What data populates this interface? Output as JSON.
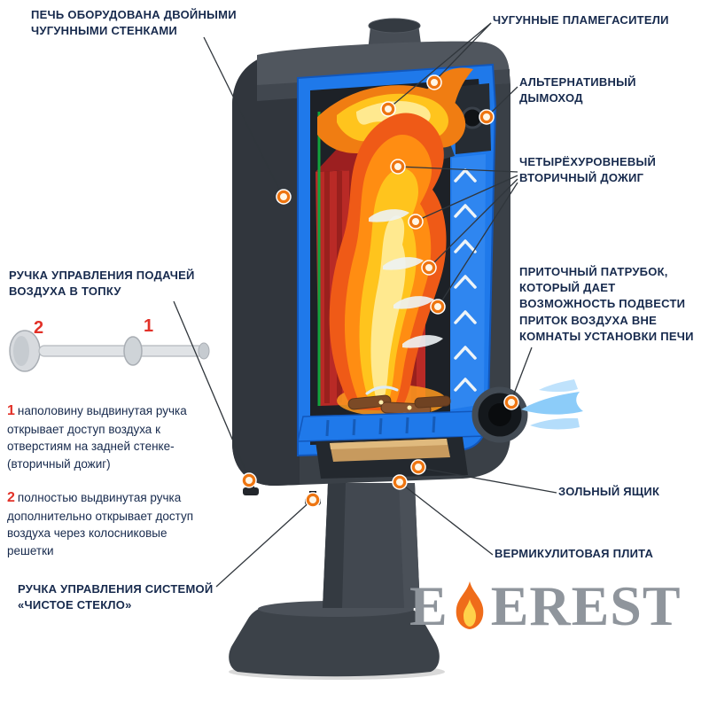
{
  "callouts": {
    "double_walls": "ПЕЧЬ ОБОРУДОВАНА ДВОЙНЫМИ ЧУГУННЫМИ СТЕНКАМИ",
    "flame_arresters": "ЧУГУННЫЕ ПЛАМЕГАСИТЕЛИ",
    "alt_chimney": "АЛЬТЕРНАТИВНЫЙ ДЫМОХОД",
    "secondary_afterburn": "ЧЕТЫРЁХУРОВНЕВЫЙ ВТОРИЧНЫЙ ДОЖИГ",
    "inlet_pipe": "ПРИТОЧНЫЙ ПАТРУБОК, КОТОРЫЙ ДАЕТ ВОЗМОЖНОСТЬ ПОДВЕСТИ ПРИТОК ВОЗДУХА ВНЕ КОМНАТЫ УСТАНОВКИ ПЕЧИ",
    "air_handle": "РУЧКА УПРАВЛЕНИЯ ПОДАЧЕЙ ВОЗДУХА В ТОПКУ",
    "ash_box": "ЗОЛЬНЫЙ ЯЩИК",
    "vermiculite_plate": "ВЕРМИКУЛИТОВАЯ ПЛИТА",
    "clean_glass": "РУЧКА УПРАВЛЕНИЯ СИСТЕМОЙ «ЧИСТОЕ СТЕКЛО»"
  },
  "handle_diagram": {
    "position_2": "2",
    "position_1": "1"
  },
  "notes": {
    "n1_num": "1",
    "n1_text": "наполовину выдвинутая ручка открывает доступ воздуха к отверстиям на задней стенке- (вторичный дожиг)",
    "n2_num": "2",
    "n2_text": "полностью выдвинутая ручка дополнительно открывает доступ воздуха через колосниковые решетки"
  },
  "brand": {
    "name": "EVEREST",
    "left": "E",
    "right": "EREST"
  },
  "colors": {
    "label_text": "#172a4d",
    "accent_red": "#e23128",
    "marker_orange": "#ee7511",
    "cut_blue": "#1f79ea",
    "flame_orange": "#ff8d12",
    "logo_gray": "#8f959c"
  }
}
